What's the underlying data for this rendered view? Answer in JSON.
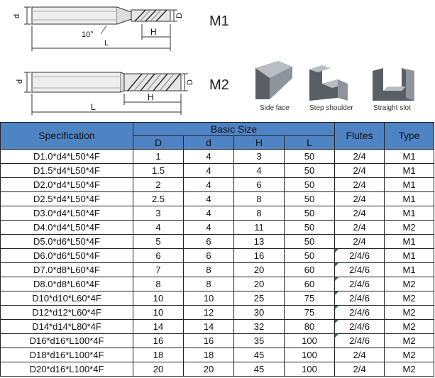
{
  "figure": {
    "m1": {
      "label": "M1",
      "dim_d": "d",
      "dim_D": "D",
      "dim_H": "H",
      "dim_L": "L",
      "angle": "10°"
    },
    "m2": {
      "label": "M2",
      "dim_d": "d",
      "dim_D": "D",
      "dim_H": "H",
      "dim_L": "L"
    },
    "applications": [
      {
        "label": "Side face"
      },
      {
        "label": "Step shoulder"
      },
      {
        "label": "Straight slot"
      }
    ]
  },
  "table": {
    "headers": {
      "specification": "Specification",
      "basic_size": "Basic Size",
      "flutes": "Flutes",
      "type": "Type",
      "sub": [
        "D",
        "d",
        "H",
        "L"
      ]
    },
    "rows": [
      {
        "spec": "D1.0*d4*L50*4F",
        "D": "1",
        "d": "4",
        "H": "3",
        "L": "50",
        "flutes": "2/4",
        "type": "M1",
        "mark": false
      },
      {
        "spec": "D1.5*d4*L50*4F",
        "D": "1.5",
        "d": "4",
        "H": "4",
        "L": "50",
        "flutes": "2/4",
        "type": "M1",
        "mark": false
      },
      {
        "spec": "D2.0*d4*L50*4F",
        "D": "2",
        "d": "4",
        "H": "6",
        "L": "50",
        "flutes": "2/4",
        "type": "M1",
        "mark": false
      },
      {
        "spec": "D2.5*d4*L50*4F",
        "D": "2.5",
        "d": "4",
        "H": "8",
        "L": "50",
        "flutes": "2/4",
        "type": "M1",
        "mark": false
      },
      {
        "spec": "D3.0*d4*L50*4F",
        "D": "3",
        "d": "4",
        "H": "8",
        "L": "50",
        "flutes": "2/4",
        "type": "M1",
        "mark": false
      },
      {
        "spec": "D4.0*d4*L50*4F",
        "D": "4",
        "d": "4",
        "H": "11",
        "L": "50",
        "flutes": "2/4",
        "type": "M2",
        "mark": false
      },
      {
        "spec": "D5.0*d6*L50*4F",
        "D": "5",
        "d": "6",
        "H": "13",
        "L": "50",
        "flutes": "2/4",
        "type": "M1",
        "mark": false
      },
      {
        "spec": "D6.0*d6*L50*4F",
        "D": "6",
        "d": "6",
        "H": "16",
        "L": "50",
        "flutes": "2/4/6",
        "type": "M1",
        "mark": true
      },
      {
        "spec": "D7.0*d8*L60*4F",
        "D": "7",
        "d": "8",
        "H": "20",
        "L": "60",
        "flutes": "2/4/6",
        "type": "M1",
        "mark": true
      },
      {
        "spec": "D8.0*d8*L60*4F",
        "D": "8",
        "d": "8",
        "H": "20",
        "L": "60",
        "flutes": "2/4/6",
        "type": "M2",
        "mark": true
      },
      {
        "spec": "D10*d10*L60*4F",
        "D": "10",
        "d": "10",
        "H": "25",
        "L": "75",
        "flutes": "2/4/6",
        "type": "M2",
        "mark": true
      },
      {
        "spec": "D12*d12*L60*4F",
        "D": "10",
        "d": "12",
        "H": "30",
        "L": "75",
        "flutes": "2/4/6",
        "type": "M2",
        "mark": true
      },
      {
        "spec": "D14*d14*L80*4F",
        "D": "14",
        "d": "14",
        "H": "32",
        "L": "80",
        "flutes": "2/4/6",
        "type": "M2",
        "mark": true
      },
      {
        "spec": "D16*d16*L100*4F",
        "D": "16",
        "d": "16",
        "H": "35",
        "L": "100",
        "flutes": "2/4/6",
        "type": "M2",
        "mark": true
      },
      {
        "spec": "D18*d16*L100*4F",
        "D": "18",
        "d": "18",
        "H": "45",
        "L": "100",
        "flutes": "2/4",
        "type": "M2",
        "mark": false
      },
      {
        "spec": "D20*d16*L100*4F",
        "D": "20",
        "d": "20",
        "H": "45",
        "L": "100",
        "flutes": "2/4",
        "type": "M2",
        "mark": false
      }
    ]
  },
  "colors": {
    "header_bg": "#4f84c4",
    "grid": "#222222",
    "mark": "#1e7a2e"
  }
}
